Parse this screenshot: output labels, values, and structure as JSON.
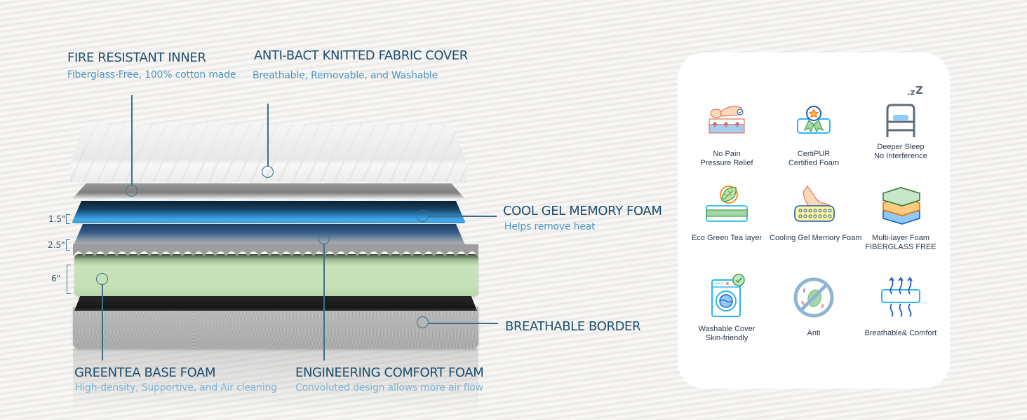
{
  "callouts": {
    "fire_resistant": {
      "title": "FIRE RESISTANT INNER",
      "subtitle": "Fiberglass-Free, 100% cotton made"
    },
    "fabric_cover": {
      "title": "ANTI-BACT KNITTED FABRIC COVER",
      "subtitle": "Breathable, Removable, and Washable"
    },
    "gel_foam": {
      "title": "COOL GEL MEMORY FOAM",
      "subtitle": "Helps remove heat"
    },
    "border": {
      "title": "BREATHABLE BORDER"
    },
    "greentea": {
      "title": "GREENTEA BASE FOAM",
      "subtitle": "High-density, Supportive, and Air cleaning"
    },
    "comfort": {
      "title": "ENGINEERING COMFORT FOAM",
      "subtitle": "Convoluted design allows more air flow"
    }
  },
  "dimensions": {
    "gel_layer": "1.5\"",
    "comfort_layer": "2.5\"",
    "base_layer": "6\""
  },
  "layer_colors": {
    "cover": "#ececec",
    "inner": "#8a8a8a",
    "gel": "#3b9ad9",
    "comfort": "#9d9d9d",
    "greentea": "#c7e2b9",
    "border": "#b0b0b0",
    "callout_title": "#1d4f6e",
    "callout_subtitle": "#4f97bf"
  },
  "features": [
    {
      "icon": "pressure-relief-icon",
      "line1": "No Pain",
      "line2": "Pressure Relief"
    },
    {
      "icon": "certified-badge-icon",
      "line1": "CertiPUR",
      "line2": "Certified Foam"
    },
    {
      "icon": "bed-sleep-icon",
      "line1": "Deeper Sleep",
      "line2": "No Interference"
    },
    {
      "icon": "leaf-layer-icon",
      "line1": "Eco Green Tea layer",
      "line2": ""
    },
    {
      "icon": "hand-foam-icon",
      "line1": "Cooling Gel Memory Foam",
      "line2": ""
    },
    {
      "icon": "stacked-layers-icon",
      "line1": "Multi-layer Foam",
      "line2": "FIBERGLASS FREE"
    },
    {
      "icon": "washing-machine-icon",
      "line1": "Washable Cover",
      "line2": "Skin-friendly"
    },
    {
      "icon": "anti-bacteria-icon",
      "line1": "Anti",
      "line2": ""
    },
    {
      "icon": "breathable-icon",
      "line1": "Breathable& Comfort",
      "line2": ""
    }
  ]
}
